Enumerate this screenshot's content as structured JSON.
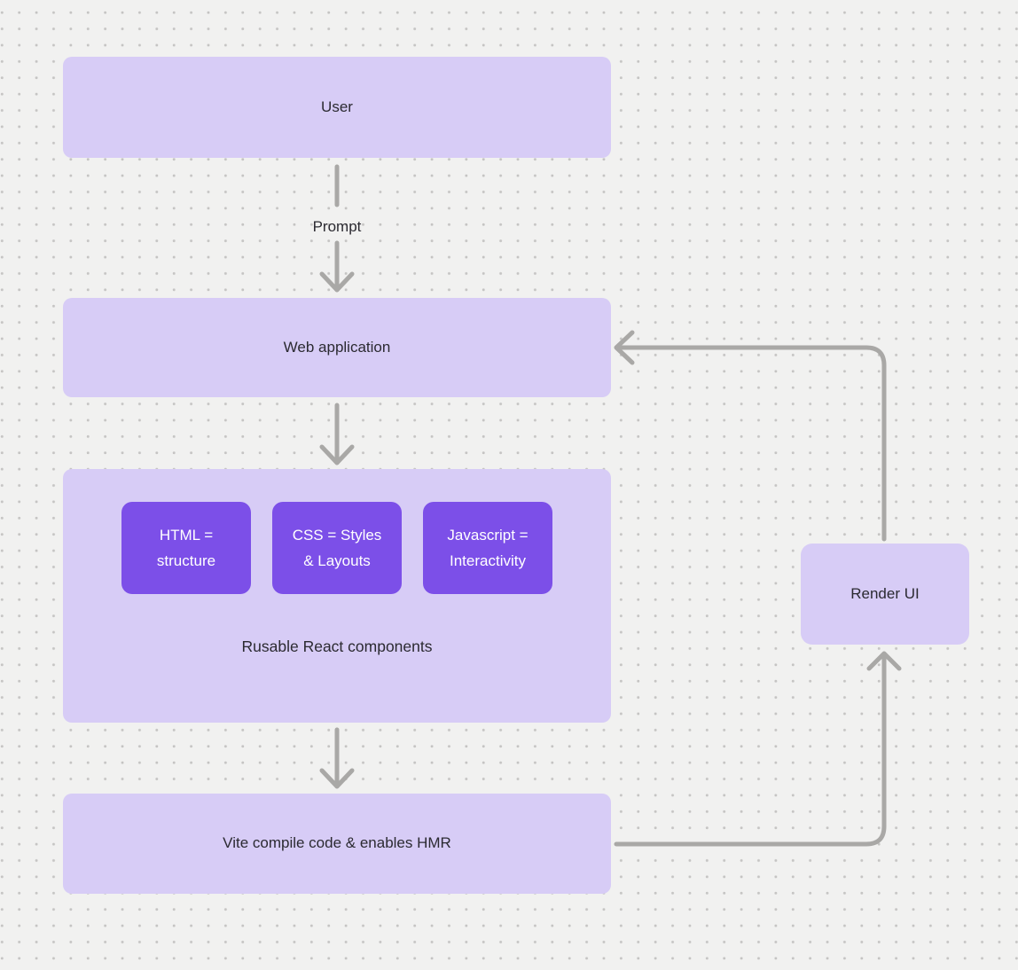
{
  "palette": {
    "background": "#f1f1f0",
    "dot": "#c5c4c3",
    "node_fill": "#d7ccf6",
    "chip_fill": "#7c4fe8",
    "chip_text": "#ffffff",
    "arrow": "#a9a8a6",
    "text": "#2b2a31"
  },
  "nodes": {
    "user": {
      "label": "User"
    },
    "web_application": {
      "label": "Web application"
    },
    "components_group": {
      "caption": "Rusable React components",
      "chips": [
        {
          "label": "HTML =\nstructure"
        },
        {
          "label": "CSS = Styles\n& Layouts"
        },
        {
          "label": "Javascript =\nInteractivity"
        }
      ]
    },
    "vite": {
      "label": "Vite compile code & enables HMR"
    },
    "render_ui": {
      "label": "Render UI"
    }
  },
  "edges": {
    "user_to_webapp": {
      "label": "Prompt"
    },
    "webapp_to_components": {
      "label": ""
    },
    "components_to_vite": {
      "label": ""
    },
    "vite_to_renderui": {
      "label": ""
    },
    "renderui_to_webapp": {
      "label": ""
    }
  }
}
